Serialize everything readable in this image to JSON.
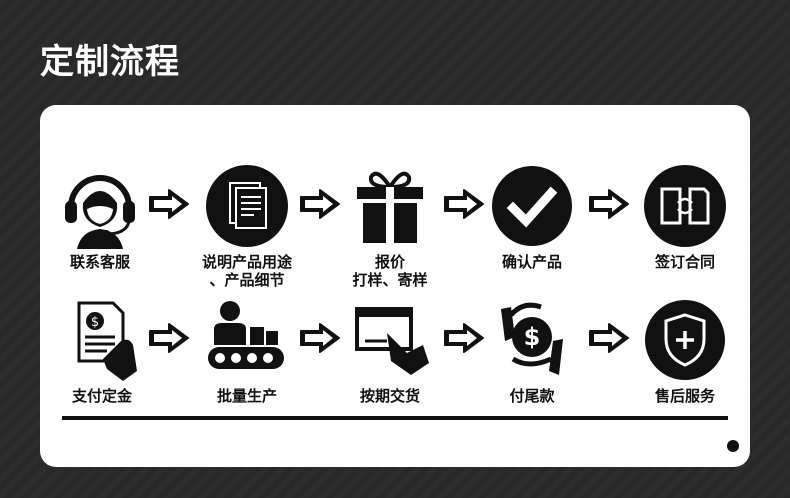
{
  "page": {
    "title": "定制流程"
  },
  "steps_row1": [
    {
      "label": "联系客服",
      "icon": "customer-service-headset-icon"
    },
    {
      "label": "说明产品用途\n、产品细节",
      "icon": "documents-icon"
    },
    {
      "label": "报价\n打样、寄样",
      "icon": "gift-box-icon"
    },
    {
      "label": "确认产品",
      "icon": "checkmark-circle-icon"
    },
    {
      "label": "签订合同",
      "icon": "contract-exchange-icon"
    }
  ],
  "steps_row2": [
    {
      "label": "支付定金",
      "icon": "payment-invoice-icon"
    },
    {
      "label": "批量生产",
      "icon": "conveyor-production-icon"
    },
    {
      "label": "按期交货",
      "icon": "delivery-hand-icon"
    },
    {
      "label": "付尾款",
      "icon": "money-hands-icon"
    },
    {
      "label": "售后服务",
      "icon": "shield-plus-icon"
    }
  ],
  "colors": {
    "background": "#2b2b2b",
    "card": "#ffffff",
    "ink": "#111111"
  }
}
